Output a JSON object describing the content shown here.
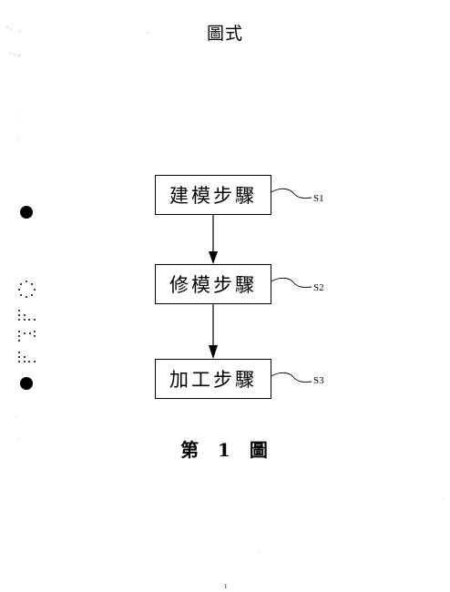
{
  "header": {
    "title": "圖式"
  },
  "flowchart": {
    "steps": [
      {
        "label": "建模步驟",
        "tag": "S1"
      },
      {
        "label": "修模步驟",
        "tag": "S2"
      },
      {
        "label": "加工步驟",
        "tag": "S3"
      }
    ]
  },
  "caption": "第 1 圖",
  "page_number": "1"
}
